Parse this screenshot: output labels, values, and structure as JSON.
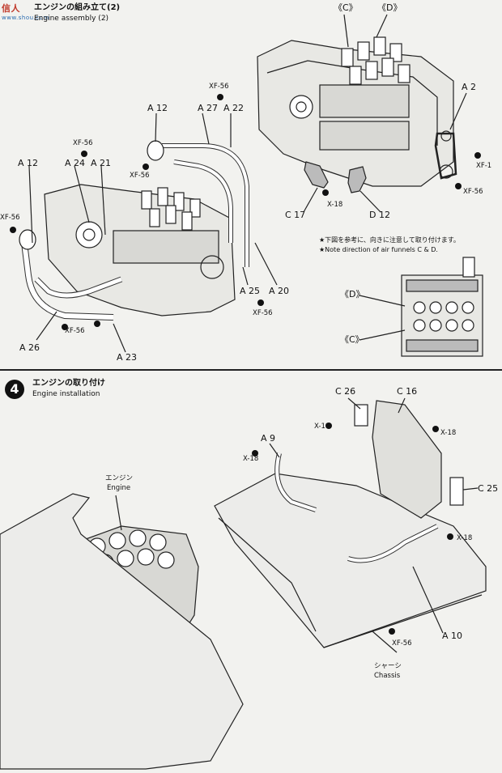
{
  "watermark": {
    "text": "信人",
    "url": "www.shou.com"
  },
  "step3": {
    "title_jp": "エンジンの組み立て(2)",
    "title_en": "Engine assembly (2)"
  },
  "step3_labels": {
    "C": "《C》",
    "D": "《D》",
    "A2": "A 2",
    "A12_top": "A 12",
    "A27": "A 27",
    "A22": "A 22",
    "XF56_a": "XF-56",
    "XF56_b": "XF-56",
    "XF56_c": "XF-56",
    "XF56_d": "XF-56",
    "XF56_e": "XF-56",
    "XF56_f": "XF-56",
    "XF56_g": "XF-56",
    "XF1": "XF-1",
    "A12_left": "A 12",
    "A24": "A 24",
    "A21": "A 21",
    "C17": "C 17",
    "X18_a": "X-18",
    "D12": "D 12",
    "A25": "A 25",
    "A20": "A 20",
    "A26": "A 26",
    "A23": "A 23",
    "note_jp": "★下図を参考に、向きに注意して取り付けます。",
    "note_en": "★Note direction of air funnels C & D.",
    "D_inset": "《D》",
    "C_inset": "《C》"
  },
  "step4": {
    "number": "4",
    "title_jp": "エンジンの取り付け",
    "title_en": "Engine installation"
  },
  "step4_labels": {
    "C26": "C 26",
    "C16": "C 16",
    "X18_b": "X-18",
    "X18_c": "X-18",
    "A9": "A 9",
    "X18_d": "X-18",
    "C25": "C 25",
    "X18_e": "X-18",
    "engine_jp": "エンジン",
    "engine_en": "Engine",
    "A10": "A 10",
    "XF56_h": "XF-56",
    "chassis_jp": "シャーシ",
    "chassis_en": "Chassis"
  }
}
